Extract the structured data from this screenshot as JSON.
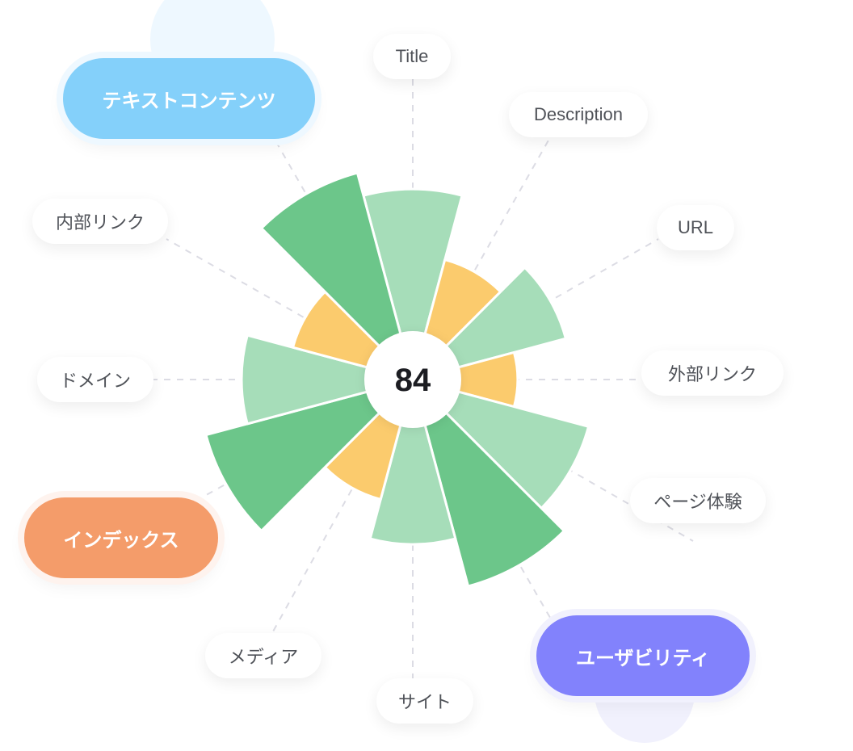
{
  "chart_data": {
    "type": "polar-area",
    "center_score": "84",
    "max_value": 100,
    "series_colors": {
      "dark_green": "#6cc68a",
      "light_green": "#a6ddb9",
      "yellow": "#fbcb6d"
    },
    "segments": [
      {
        "value": 89,
        "color": "light_green"
      },
      {
        "value": 58,
        "color": "yellow"
      },
      {
        "value": 74,
        "color": "light_green"
      },
      {
        "value": 49,
        "color": "yellow"
      },
      {
        "value": 85,
        "color": "light_green"
      },
      {
        "value": 100,
        "color": "dark_green"
      },
      {
        "value": 77,
        "color": "light_green"
      },
      {
        "value": 58,
        "color": "yellow"
      },
      {
        "value": 100,
        "color": "dark_green"
      },
      {
        "value": 80,
        "color": "light_green"
      },
      {
        "value": 58,
        "color": "yellow"
      },
      {
        "value": 100,
        "color": "dark_green"
      }
    ],
    "labels": [
      {
        "text": "Title"
      },
      {
        "text": "Description"
      },
      {
        "text": "URL"
      },
      {
        "text": "外部リンク"
      },
      {
        "text": "ページ体験"
      },
      {
        "text": "ユーザビリティ",
        "category": true,
        "color": "#8282fc"
      },
      {
        "text": "サイト"
      },
      {
        "text": "メディア"
      },
      {
        "text": "インデックス",
        "category": true,
        "color": "#f49c6a"
      },
      {
        "text": "ドメイン"
      },
      {
        "text": "内部リンク"
      },
      {
        "text": "テキストコンテンツ",
        "category": true,
        "color": "#84d0fa"
      }
    ],
    "gridlines": "dashed radial leader lines",
    "title": "",
    "legend": "none"
  }
}
